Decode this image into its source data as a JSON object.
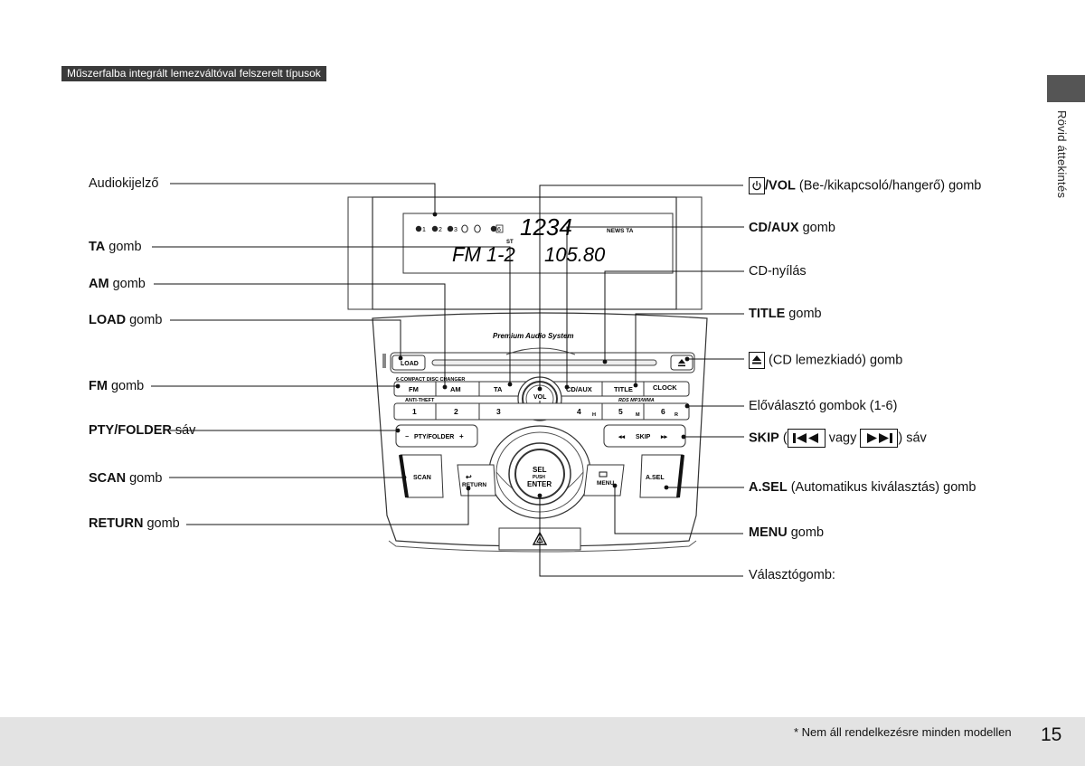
{
  "header": {
    "section_tag": "Műszerfalba integrált lemezváltóval felszerelt típusok"
  },
  "side": {
    "tab_text": "Rövid áttekintés"
  },
  "footer": {
    "footnote": "* Nem áll rendelkezésre minden modellen",
    "page_number": "15"
  },
  "display": {
    "disc_indicators": [
      "1",
      "2",
      "3",
      "",
      "",
      "6"
    ],
    "top_digits": "1234",
    "news_ta": "NEWS TA",
    "st": "ST",
    "band": "FM 1-2",
    "frequency": "105.80"
  },
  "panel": {
    "brand": "Premium Audio System",
    "changer_label": "6-COMPACT DISC CHANGER",
    "load": "LOAD",
    "fm": "FM",
    "am": "AM",
    "ta": "TA",
    "vol": "VOL",
    "cd_aux": "CD/AUX",
    "title": "TITLE",
    "clock": "CLOCK",
    "anti_theft": "ANTI-THEFT",
    "rds_mp3": "RDS MP3/WMA",
    "presets": [
      "1",
      "2",
      "3",
      "4",
      "5",
      "6"
    ],
    "preset_suffix_4": "H",
    "preset_suffix_5": "M",
    "preset_suffix_6": "R",
    "pty_folder": "PTY/FOLDER",
    "skip": "SKIP",
    "scan": "SCAN",
    "return": "RETURN",
    "sel": "SEL",
    "push": "PUSH",
    "enter": "ENTER",
    "menu": "MENU",
    "asel": "A.SEL"
  },
  "labels_left": {
    "audio_display": "Audiokijelző",
    "ta_bold": "TA",
    "ta_rest": " gomb",
    "am_bold": "AM",
    "am_rest": " gomb",
    "load_bold": "LOAD",
    "load_rest": " gomb",
    "fm_bold": "FM",
    "fm_rest": " gomb",
    "pty_bold": "PTY/FOLDER",
    "pty_rest": " sáv",
    "scan_bold": "SCAN",
    "scan_rest": " gomb",
    "return_bold": "RETURN",
    "return_rest": " gomb"
  },
  "labels_right": {
    "vol_bold": "/VOL",
    "vol_rest": " (Be-/kikapcsoló/hangerő) gomb",
    "cdaux_bold": "CD/AUX",
    "cdaux_rest": " gomb",
    "cd_slot": "CD-nyílás",
    "title_bold": "TITLE",
    "title_rest": " gomb",
    "eject_rest": " (CD lemezkiadó) gomb",
    "presets": "Előválasztó gombok (1-6)",
    "skip_bold": "SKIP",
    "skip_open": " (",
    "skip_mid": " vagy ",
    "skip_close": ") sáv",
    "asel_bold": "A.SEL",
    "asel_rest": " (Automatikus kiválasztás) gomb",
    "menu_bold": "MENU",
    "menu_rest": " gomb",
    "selector": "Választógomb:"
  }
}
